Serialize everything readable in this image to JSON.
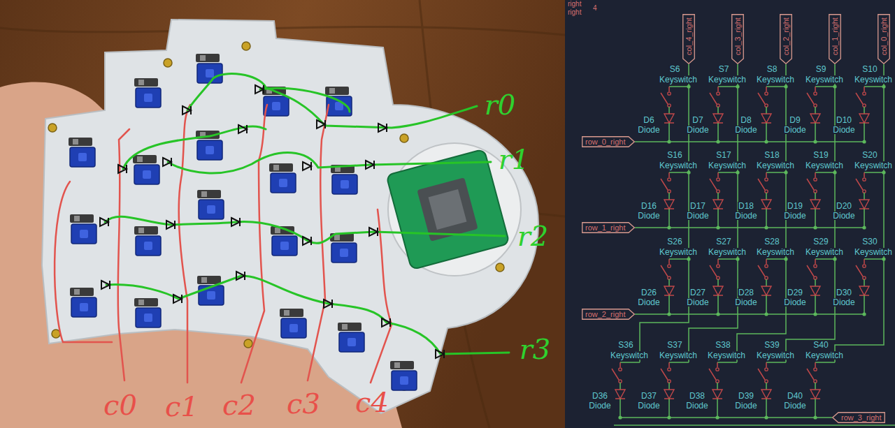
{
  "diagram": {
    "nodes": [
      {
        "text": [
          "col_4_right"
        ]
      },
      {
        "text": [
          "col_3_right"
        ]
      },
      {
        "text": [
          "col_2_right"
        ]
      },
      {
        "text": [
          "col_1_right"
        ]
      },
      {
        "text": [
          "col_0_right"
        ]
      },
      {
        "text": [
          "row_0_right"
        ]
      },
      {
        "text": [
          "row_1_right"
        ]
      },
      {
        "text": [
          "row_2_right"
        ]
      },
      {
        "text": [
          "row_3_right"
        ]
      }
    ],
    "labels": [
      "right",
      "right",
      "4",
      "S6",
      "Keyswitch",
      "D6",
      "Diode",
      "S7",
      "Keyswitch",
      "D7",
      "Diode",
      "S8",
      "Keyswitch",
      "D8",
      "Diode",
      "S9",
      "Keyswitch",
      "D9",
      "Diode",
      "S10",
      "Keyswitch",
      "D10",
      "Diode",
      "S16",
      "Keyswitch",
      "D16",
      "Diode",
      "S17",
      "Keyswitch",
      "D17",
      "Diode",
      "S18",
      "Keyswitch",
      "D18",
      "Diode",
      "S19",
      "Keyswitch",
      "D19",
      "Diode",
      "S20",
      "Keyswitch",
      "D20",
      "Diode",
      "S26",
      "Keyswitch",
      "D26",
      "Diode",
      "S27",
      "Keyswitch",
      "D27",
      "Diode",
      "S28",
      "Keyswitch",
      "D28",
      "Diode",
      "S29",
      "Keyswitch",
      "D29",
      "Diode",
      "S30",
      "Keyswitch",
      "D30",
      "Diode",
      "S36",
      "Keyswitch",
      "D36",
      "Diode",
      "S37",
      "Keyswitch",
      "D37",
      "Diode",
      "S38",
      "Keyswitch",
      "D38",
      "Diode",
      "S39",
      "Keyswitch",
      "D39",
      "Diode",
      "S40",
      "Keyswitch",
      "D40",
      "Diode",
      "r0",
      "r1",
      "r2",
      "r3",
      "c0",
      "c1",
      "c2",
      "c3",
      "c4"
    ]
  }
}
